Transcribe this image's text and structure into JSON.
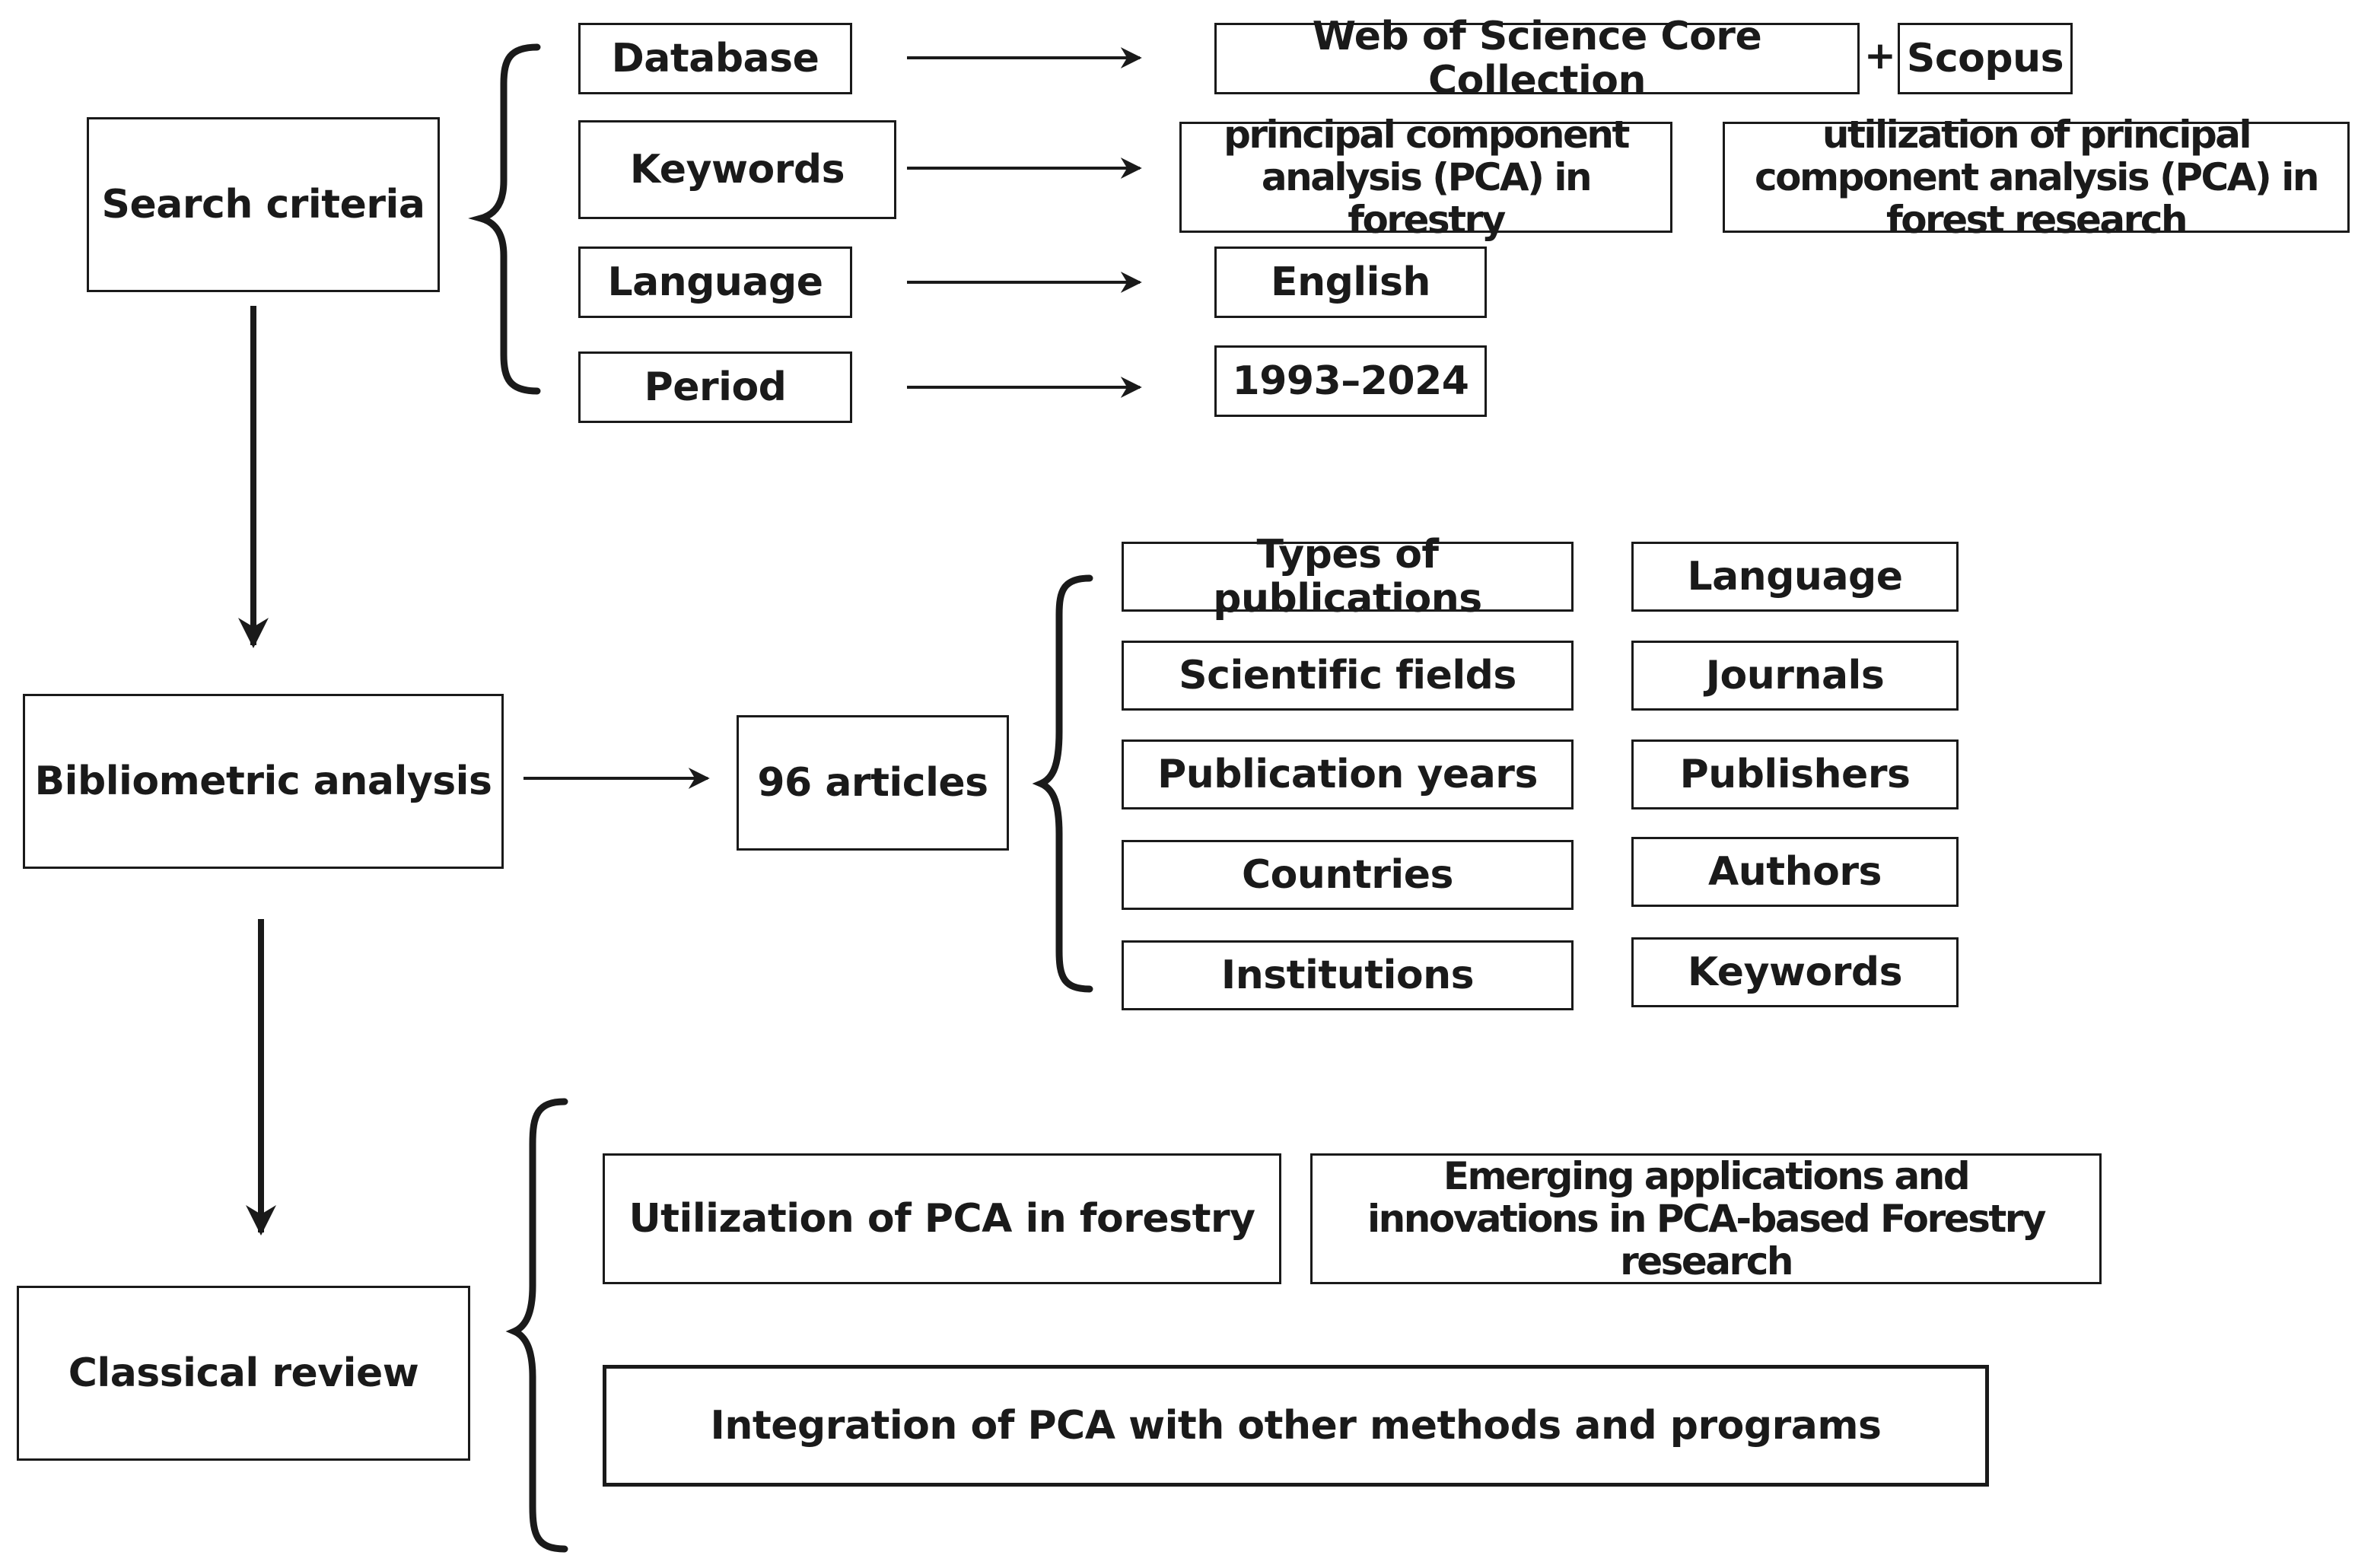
{
  "stages": {
    "search": "Search criteria",
    "bibliometric": "Bibliometric analysis",
    "classical": "Classical review"
  },
  "criteria": {
    "database": {
      "label": "Database",
      "values": [
        "Web of Science Core Collection",
        "Scopus"
      ],
      "joiner": "+"
    },
    "keywords": {
      "label": "Keywords",
      "values": [
        "principal component analysis (PCA) in forestry",
        "utilization of principal component analysis (PCA) in forest research"
      ]
    },
    "language": {
      "label": "Language",
      "value": "English"
    },
    "period": {
      "label": "Period",
      "value": "1993–2024"
    }
  },
  "articles": "96 articles",
  "bibliometric_items": {
    "left": [
      "Types of publications",
      "Scientific fields",
      "Publication years",
      "Countries",
      "Institutions"
    ],
    "right": [
      "Language",
      "Journals",
      "Publishers",
      "Authors",
      "Keywords"
    ]
  },
  "review_topics": [
    "Utilization of PCA in forestry",
    "Emerging applications and innovations in PCA-based Forestry research",
    "Integration of PCA with other methods and programs"
  ]
}
